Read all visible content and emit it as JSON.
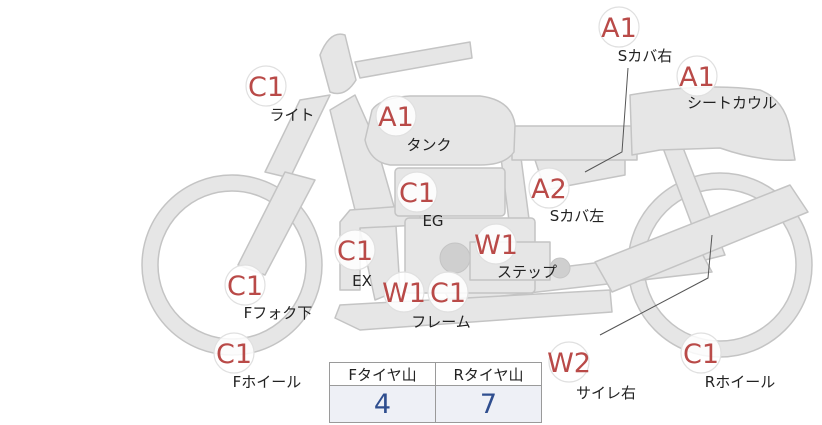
{
  "parts": [
    {
      "id": "s-cover-right",
      "grade": "A1",
      "label": "Sカバ右"
    },
    {
      "id": "seat-cowl",
      "grade": "A1",
      "label": "シートカウル"
    },
    {
      "id": "light",
      "grade": "C1",
      "label": "ライト"
    },
    {
      "id": "tank",
      "grade": "A1",
      "label": "タンク"
    },
    {
      "id": "engine",
      "grade": "C1",
      "label": "EG"
    },
    {
      "id": "s-cover-left",
      "grade": "A2",
      "label": "Sカバ左"
    },
    {
      "id": "exhaust",
      "grade": "C1",
      "label": "EX"
    },
    {
      "id": "step",
      "grade": "W1",
      "label": "ステップ"
    },
    {
      "id": "frame",
      "grades": [
        "W1",
        "C1"
      ],
      "label": "フレーム"
    },
    {
      "id": "front-fork-lower",
      "grade": "C1",
      "label": "Fフォク下"
    },
    {
      "id": "front-wheel",
      "grade": "C1",
      "label": "Fホイール"
    },
    {
      "id": "silencer-right",
      "grade": "W2",
      "label": "サイレ右"
    },
    {
      "id": "rear-wheel",
      "grade": "C1",
      "label": "Rホイール"
    }
  ],
  "tread_table": {
    "front_header": "Fタイヤ山",
    "rear_header": "Rタイヤ山",
    "front_value": "4",
    "rear_value": "7"
  },
  "colors": {
    "body_fill": "#e6e6e6",
    "body_stroke": "#c4c4c4",
    "grade_text": "#b94a48",
    "value_text": "#2f4e8f"
  }
}
